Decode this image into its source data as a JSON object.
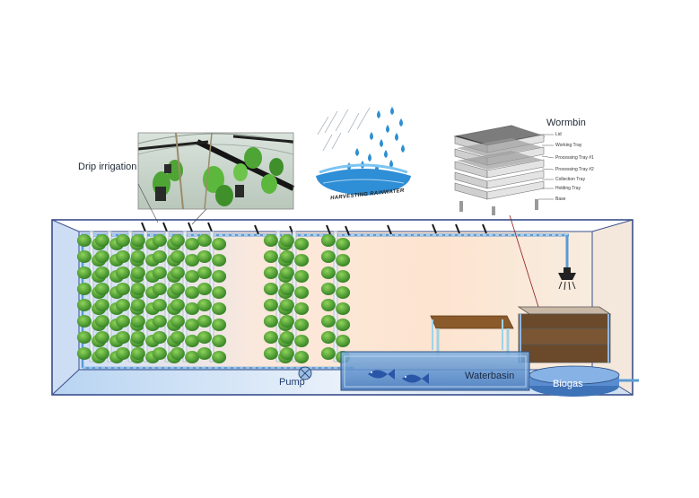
{
  "labels": {
    "drip_irrigation": "Drip irrigation",
    "harvesting_rainwater": "HARVESTING RAINWATER",
    "wormbin": "Wormbin",
    "pump": "Pump",
    "waterbasin": "Waterbasin",
    "biogas": "Biogas"
  },
  "wormbin_trays": [
    "Lid",
    "Working Tray",
    "Processing Tray #1",
    "Processing Tray #2",
    "Collection Tray",
    "Holding Tray",
    "Base"
  ],
  "colors": {
    "frame": "#3a4f8c",
    "pipe": "#5b9bd5",
    "water": "#4f86c6",
    "plant_green": "#3f9a2c",
    "soil": "#6b4a2b",
    "table_top": "#8a5a2b"
  }
}
